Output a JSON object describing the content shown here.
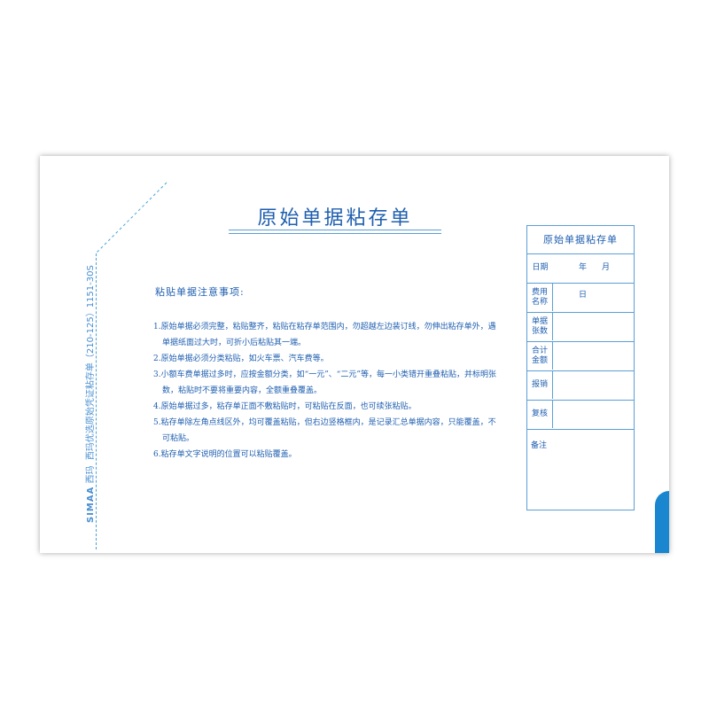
{
  "title": "原始单据粘存单",
  "notice": {
    "heading": "粘贴单据注意事项:",
    "items": [
      "1.原始单据必须完整，粘贴整齐，粘贴在粘存单范围内，勿超越左边装订线，勿伸出粘存单外，遇单据纸面过大时，可折小后粘贴其一端。",
      "2.原始单据必须分类粘贴，如火车票、汽车费等。",
      "3.小额车费单据过多时，应按金额分类，如“一元”、“二元”等，每一小类错开重叠粘贴，并标明张数，粘贴时不要将重要内容，全额重叠覆盖。",
      "4.原始单据过多，粘存单正面不敷粘贴时，可粘贴在反面，也可续张粘贴。",
      "5.粘存单除左角点线区外，均可覆盖粘贴，但右边竖格框内，是记录汇总单据内容，只能覆盖，不可粘贴。",
      "6.粘存单文字说明的位置可以粘贴覆盖。"
    ]
  },
  "form": {
    "title": "原始单据粘存单",
    "date_label": "日期",
    "date_parts": [
      "年",
      "月",
      "日"
    ],
    "rows": [
      "费用名称",
      "单据张数",
      "合计金额",
      "报销",
      "复核"
    ],
    "remark": "备注"
  },
  "spine": {
    "brand": "SIMAA",
    "brand_cn": "西玛",
    "text": "西玛优选原始凭证粘存单（210-125）1151-30S"
  },
  "colors": {
    "primary": "#1f5fb0",
    "line": "#5b9fd6",
    "tab": "#1a86cf"
  }
}
